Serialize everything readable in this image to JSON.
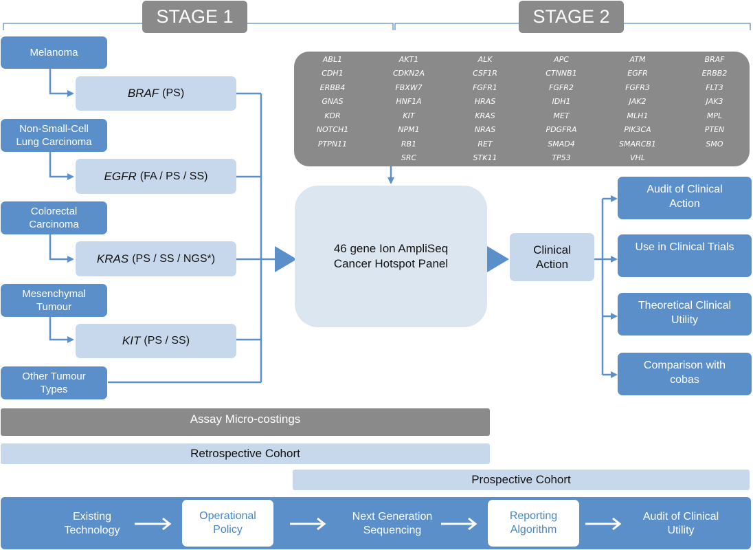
{
  "stages": {
    "stage1": "STAGE 1",
    "stage2": "STAGE 2"
  },
  "cancers": [
    {
      "label": "Melanoma"
    },
    {
      "label": "Non-Small-Cell Lung Carcinoma"
    },
    {
      "label": "Colorectal Carcinoma"
    },
    {
      "label": "Mesenchymal Tumour"
    },
    {
      "label": "Other Tumour Types"
    }
  ],
  "tests": [
    {
      "gene": "BRAF",
      "methods": "(PS)"
    },
    {
      "gene": "EGFR",
      "methods": "(FA / PS / SS)"
    },
    {
      "gene": "KRAS",
      "methods": "(PS / SS / NGS*)"
    },
    {
      "gene": "KIT",
      "methods": "(PS / SS)"
    }
  ],
  "genes": [
    [
      "ABL1",
      "AKT1",
      "ALK",
      "APC",
      "ATM",
      "BRAF"
    ],
    [
      "CDH1",
      "CDKN2A",
      "CSF1R",
      "CTNNB1",
      "EGFR",
      "ERBB2"
    ],
    [
      "ERBB4",
      "FBXW7",
      "FGFR1",
      "FGFR2",
      "FGFR3",
      "FLT3"
    ],
    [
      "GNAS",
      "HNF1A",
      "HRAS",
      "IDH1",
      "JAK2",
      "JAK3"
    ],
    [
      "KDR",
      "KIT",
      "KRAS",
      "MET",
      "MLH1",
      "MPL"
    ],
    [
      "NOTCH1",
      "NPM1",
      "NRAS",
      "PDGFRA",
      "PIK3CA",
      "PTEN"
    ],
    [
      "PTPN11",
      "RB1",
      "RET",
      "SMAD4",
      "SMARCB1",
      "SMO"
    ],
    [
      "",
      "SRC",
      "STK11",
      "TP53",
      "VHL",
      ""
    ]
  ],
  "panel": {
    "line1": "46 gene Ion AmpliSeq",
    "line2": "Cancer Hotspot Panel"
  },
  "clinical_action": {
    "line1": "Clinical",
    "line2": "Action"
  },
  "outcomes": [
    {
      "label": "Audit of Clinical Action"
    },
    {
      "label": "Use in Clinical Trials"
    },
    {
      "label": "Theoretical Clinical Utility"
    },
    {
      "label": "Comparison with cobas"
    }
  ],
  "bands": {
    "micro_costings": "Assay Micro-costings",
    "retrospective": "Retrospective Cohort",
    "prospective": "Prospective Cohort"
  },
  "bottom_flow": [
    {
      "line1": "Existing",
      "line2": "Technology"
    },
    {
      "line1": "Operational",
      "line2": "Policy"
    },
    {
      "line1": "Next Generation",
      "line2": "Sequencing"
    },
    {
      "line1": "Reporting",
      "line2": "Algorithm"
    },
    {
      "line1": "Audit of Clinical",
      "line2": "Utility"
    }
  ],
  "colors": {
    "dark_blue": "#5a8fc9",
    "light_blue": "#c8d8ec",
    "pale_blue": "#dce6f1",
    "grey": "#8a8a8a",
    "connector": "#5a8fc9"
  }
}
